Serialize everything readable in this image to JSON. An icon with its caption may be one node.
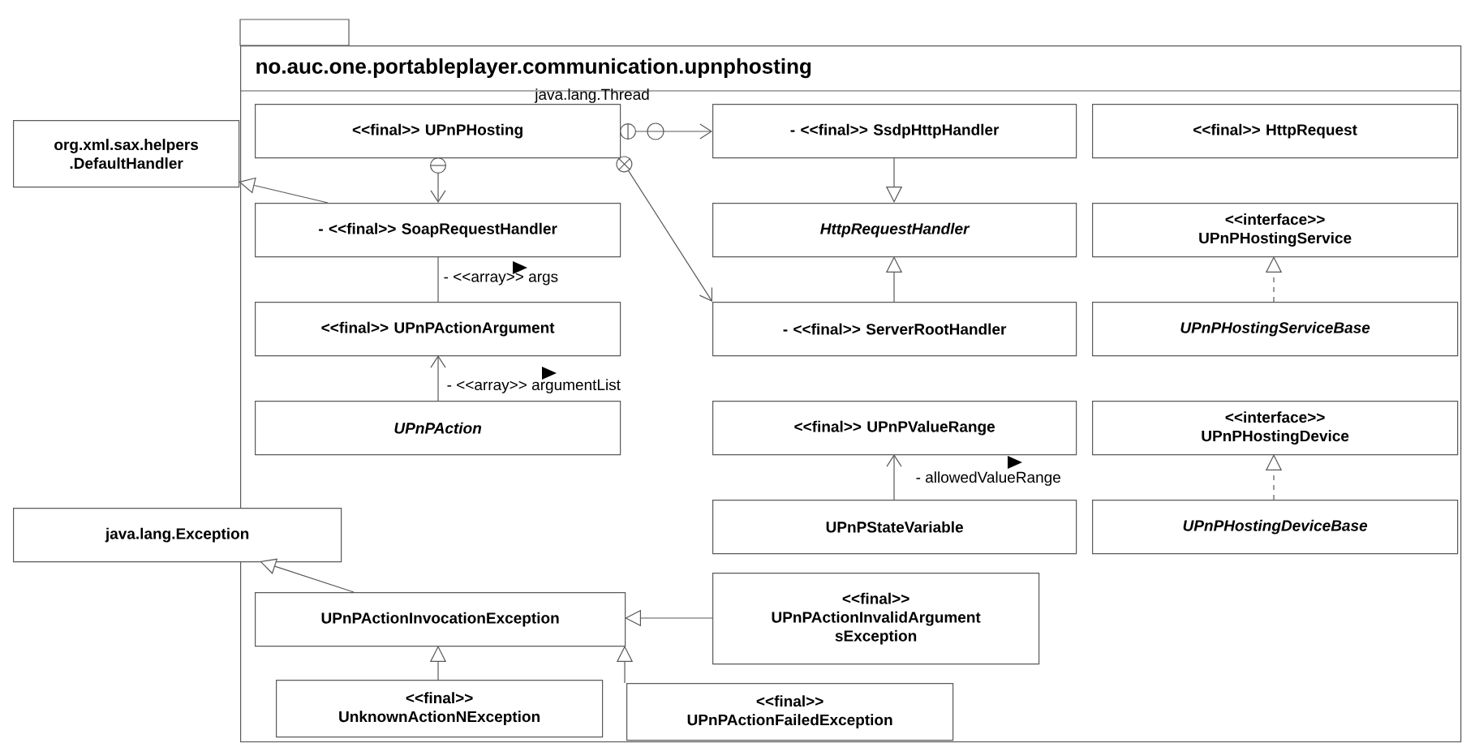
{
  "diagram": {
    "nodes": [
      {
        "text": [
          "no.auc.one.portableplayer.communication.upnphosting"
        ]
      },
      {
        "text": [
          "<<final>> UPnPHosting"
        ],
        "in": 0
      },
      {
        "text": [
          "- <<final>> SsdpHttpHandler"
        ],
        "in": 0
      },
      {
        "text": [
          "<<final>> HttpRequest"
        ],
        "in": 0
      },
      {
        "text": [
          "org.xml.sax.helpers .DefaultHandler"
        ]
      },
      {
        "text": [
          "- <<final>> SoapRequestHandler"
        ],
        "in": 0
      },
      {
        "text": [
          "HttpRequestHandler"
        ],
        "in": 0
      },
      {
        "text": [
          "<<interface>> UPnPHostingService"
        ],
        "in": 0
      },
      {
        "text": [
          "<<final>> UPnPActionArgument"
        ],
        "in": 0
      },
      {
        "text": [
          "- <<final>> ServerRootHandler"
        ],
        "in": 0
      },
      {
        "text": [
          "UPnPHostingServiceBase"
        ],
        "in": 0
      },
      {
        "text": [
          "UPnPAction"
        ],
        "in": 0
      },
      {
        "text": [
          "<<final>> UPnPValueRange"
        ],
        "in": 0
      },
      {
        "text": [
          "<<interface>> UPnPHostingDevice"
        ],
        "in": 0
      },
      {
        "text": [
          "java.lang.Exception"
        ]
      },
      {
        "text": [
          "UPnPStateVariable"
        ],
        "in": 0
      },
      {
        "text": [
          "UPnPHostingDeviceBase"
        ],
        "in": 0
      },
      {
        "text": [
          "UPnPActionInvocationException"
        ],
        "in": 0
      },
      {
        "text": [
          "<<final>> UPnPActionInvalidArgument sException"
        ],
        "in": 0
      },
      {
        "text": [
          "<<final>> UnknownActionNException"
        ],
        "in": 0
      },
      {
        "text": [
          "<<final>> UPnPActionFailedException"
        ],
        "in": 0
      }
    ],
    "edges": [
      {
        "from": 1,
        "to": 2,
        "arrow": "to"
      },
      {
        "from": 1,
        "to": 5,
        "arrow": "to"
      },
      {
        "from": 1,
        "to": 9,
        "arrow": "to"
      },
      {
        "from": 5,
        "to": 4,
        "arrow": "to"
      },
      {
        "from": 5,
        "to": 8,
        "arrow": "none",
        "label": "- <<array>> args"
      },
      {
        "from": 11,
        "to": 8,
        "arrow": "to",
        "label": "- <<array>> argumentList"
      },
      {
        "from": 2,
        "to": 6,
        "arrow": "to"
      },
      {
        "from": 9,
        "to": 6,
        "arrow": "to"
      },
      {
        "from": 10,
        "to": 7,
        "arrow": "to",
        "style": "dashed"
      },
      {
        "from": 15,
        "to": 12,
        "arrow": "to",
        "label": "- allowedValueRange"
      },
      {
        "from": 16,
        "to": 13,
        "arrow": "to",
        "style": "dashed"
      },
      {
        "from": 17,
        "to": 14,
        "arrow": "to"
      },
      {
        "from": 18,
        "to": 17,
        "arrow": "to"
      },
      {
        "from": 19,
        "to": 17,
        "arrow": "to"
      },
      {
        "from": 20,
        "to": 17,
        "arrow": "to"
      }
    ],
    "labels": [
      "java.lang.Thread"
    ]
  }
}
